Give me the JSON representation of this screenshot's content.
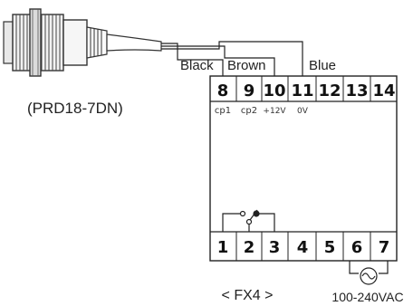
{
  "sensor": {
    "model_label": "(PRD18-7DN)"
  },
  "wires": {
    "black": "Black",
    "brown": "Brown",
    "blue": "Blue"
  },
  "controller": {
    "name_label": "< FX4 >",
    "top_terminals": [
      "8",
      "9",
      "10",
      "11",
      "12",
      "13",
      "14"
    ],
    "top_terminal_labels": [
      "cp1",
      "cp2",
      "+12V",
      "0V"
    ],
    "bottom_terminals": [
      "1",
      "2",
      "3",
      "4",
      "5",
      "6",
      "7"
    ],
    "power_label": "100-240VAC"
  }
}
